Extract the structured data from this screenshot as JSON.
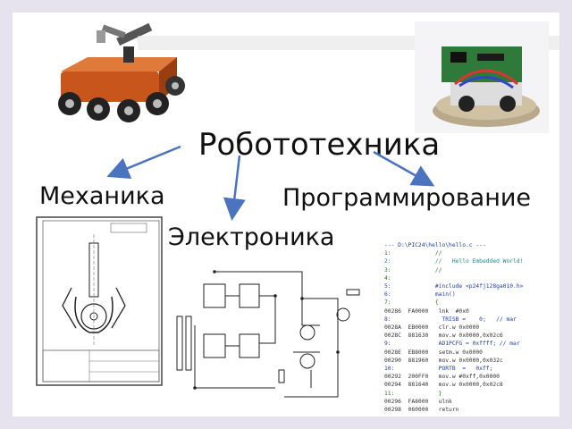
{
  "diagram": {
    "title": "Робототехника",
    "branches": [
      {
        "label": "Механика"
      },
      {
        "label": "Электроника"
      },
      {
        "label": "Программирование"
      }
    ]
  },
  "colors": {
    "arrow": "#4a74c0",
    "background": "#e6e3ee"
  },
  "code_listing": {
    "lines": [
      "--- D:\\PIC24\\hello\\hello.c ---",
      "1:             //",
      "2:             //   Hello Embedded World!",
      "3:             //",
      "4:",
      "5:             #include <p24fj128ga010.h>",
      "6:             main()",
      "7:             {",
      "00286  FA0000   lnk  #0x0",
      "8:               TRISB =    0;   // mar",
      "0028A  EB0000   clr.w 0x0000",
      "0028C  881630   mov.w 0x0000,0x02c6",
      "9:              AD1PCFG = 0xffff; // mar",
      "0028E  EB8000   setm.w 0x0000",
      "00290  881960   mov.w 0x0000,0x032c",
      "10:             PORTB  =   0xff;",
      "00292  200FF0   mov.w #0xff,0x0000",
      "00294  881640   mov.w 0x0000,0x02c8",
      "11:             }",
      "00296  FA8000   ulnk",
      "00298  060000   return"
    ]
  }
}
